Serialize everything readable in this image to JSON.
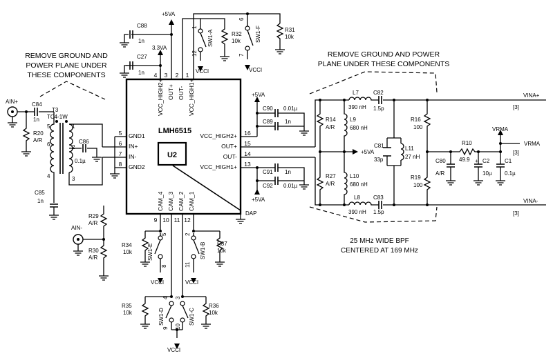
{
  "notes": {
    "left_line1": "REMOVE GROUND AND",
    "left_line2": "POWER PLANE UNDER",
    "left_line3": "THESE COMPONENTS",
    "right_line1": "REMOVE GROUND AND POWER",
    "right_line2": "PLANE UNDER THESE COMPONENTS",
    "bpf_line1": "25 MHz WIDE BPF",
    "bpf_line2": "CENTERED AT 169 MHz"
  },
  "ic": {
    "name": "LMH6515",
    "ref": "U2",
    "dap": "DAP",
    "left_pins": [
      {
        "num": "5",
        "name": "GND1"
      },
      {
        "num": "6",
        "name": "IN+"
      },
      {
        "num": "7",
        "name": "IN-"
      },
      {
        "num": "8",
        "name": "GND2"
      }
    ],
    "right_pins": [
      {
        "num": "16",
        "name": "VCC_HIGH2+"
      },
      {
        "num": "15",
        "name": "OUT+"
      },
      {
        "num": "14",
        "name": "OUT-"
      },
      {
        "num": "13",
        "name": "VCC_HIGH1+"
      }
    ],
    "top_pins": [
      {
        "num": "4",
        "name": "VCC_HIGH2+"
      },
      {
        "num": "3",
        "name": "OUT+"
      },
      {
        "num": "2",
        "name": "OUT-"
      },
      {
        "num": "1",
        "name": "VCC_HIGH1+"
      }
    ],
    "bottom_pins": [
      {
        "num": "9",
        "name": "CAM_4"
      },
      {
        "num": "10",
        "name": "CAM_3"
      },
      {
        "num": "11",
        "name": "CAM_2"
      },
      {
        "num": "12",
        "name": "CAM_1"
      }
    ]
  },
  "rails": {
    "vsa5": "+5VA",
    "vsa33": "3.3VA",
    "vcci": "VCCI",
    "vrma": "VRMA"
  },
  "components": {
    "C88": {
      "ref": "C88",
      "val": "1n"
    },
    "C27": {
      "ref": "C27",
      "val": "1n"
    },
    "R32": {
      "ref": "R32",
      "val": "10k"
    },
    "R31": {
      "ref": "R31",
      "val": "10k"
    },
    "SW1A": {
      "ref": "SW1-A",
      "p1": "1",
      "p2": "12"
    },
    "SW1F": {
      "ref": "SW1-F",
      "p1": "6",
      "p2": "7"
    },
    "T3": {
      "ref": "T3",
      "val": "TC4-1W"
    },
    "C84": {
      "ref": "C84",
      "val": "1n"
    },
    "R20": {
      "ref": "R20",
      "val": "A/R"
    },
    "C86": {
      "ref": "C86",
      "val": "0.1µ"
    },
    "C85": {
      "ref": "C85",
      "val": "1n"
    },
    "R29": {
      "ref": "R29",
      "val": "A/R"
    },
    "R30": {
      "ref": "R30",
      "val": "A/R"
    },
    "C90": {
      "ref": "C90",
      "val": "0.01µ"
    },
    "C89": {
      "ref": "C89",
      "val": "1n"
    },
    "C91": {
      "ref": "C91",
      "val": "1n"
    },
    "C92": {
      "ref": "C92",
      "val": "0.01µ"
    },
    "R34": {
      "ref": "R34",
      "val": "10k"
    },
    "R37": {
      "ref": "R37",
      "val": "10k"
    },
    "R35": {
      "ref": "R35",
      "val": "10k"
    },
    "R36": {
      "ref": "R36",
      "val": "10k"
    },
    "SW1E": {
      "ref": "SW1-E",
      "p1": "5",
      "p2": "8"
    },
    "SW1B": {
      "ref": "SW1-B",
      "p1": "2",
      "p2": "11"
    },
    "SW1D": {
      "ref": "SW1-D",
      "p1": "4",
      "p2": "9"
    },
    "SW1C": {
      "ref": "SW1-C",
      "p1": "3",
      "p2": "10"
    },
    "L7": {
      "ref": "L7",
      "val": "390 nH"
    },
    "C82": {
      "ref": "C82",
      "val": "1.5p"
    },
    "L8": {
      "ref": "L8",
      "val": "390 nH"
    },
    "C83": {
      "ref": "C83",
      "val": "1.5p"
    },
    "R14": {
      "ref": "R14",
      "val": "A/R"
    },
    "R27": {
      "ref": "R27",
      "val": "A/R"
    },
    "L9": {
      "ref": "L9",
      "val": "680 nH"
    },
    "L10": {
      "ref": "L10",
      "val": "680 nH"
    },
    "C81": {
      "ref": "C81",
      "val": "33p"
    },
    "L11": {
      "ref": "L11",
      "val": "27 nH"
    },
    "R16": {
      "ref": "R16",
      "val": "100"
    },
    "R19": {
      "ref": "R19",
      "val": "100"
    },
    "R10": {
      "ref": "R10",
      "val": "49.9"
    },
    "C80": {
      "ref": "C80",
      "val": "A/R"
    },
    "C2": {
      "ref": "C2",
      "val": "10µ"
    },
    "C1": {
      "ref": "C1",
      "val": "0.1µ"
    }
  },
  "nets": {
    "ain_p": "AIN+",
    "ain_n": "AIN-",
    "vina_p": "VINA+",
    "vina_n": "VINA-",
    "vrma_out": "VRMA",
    "ref3": "[3]",
    "t3_pins": [
      "5",
      "1",
      "2",
      "6",
      "4",
      "3"
    ]
  }
}
